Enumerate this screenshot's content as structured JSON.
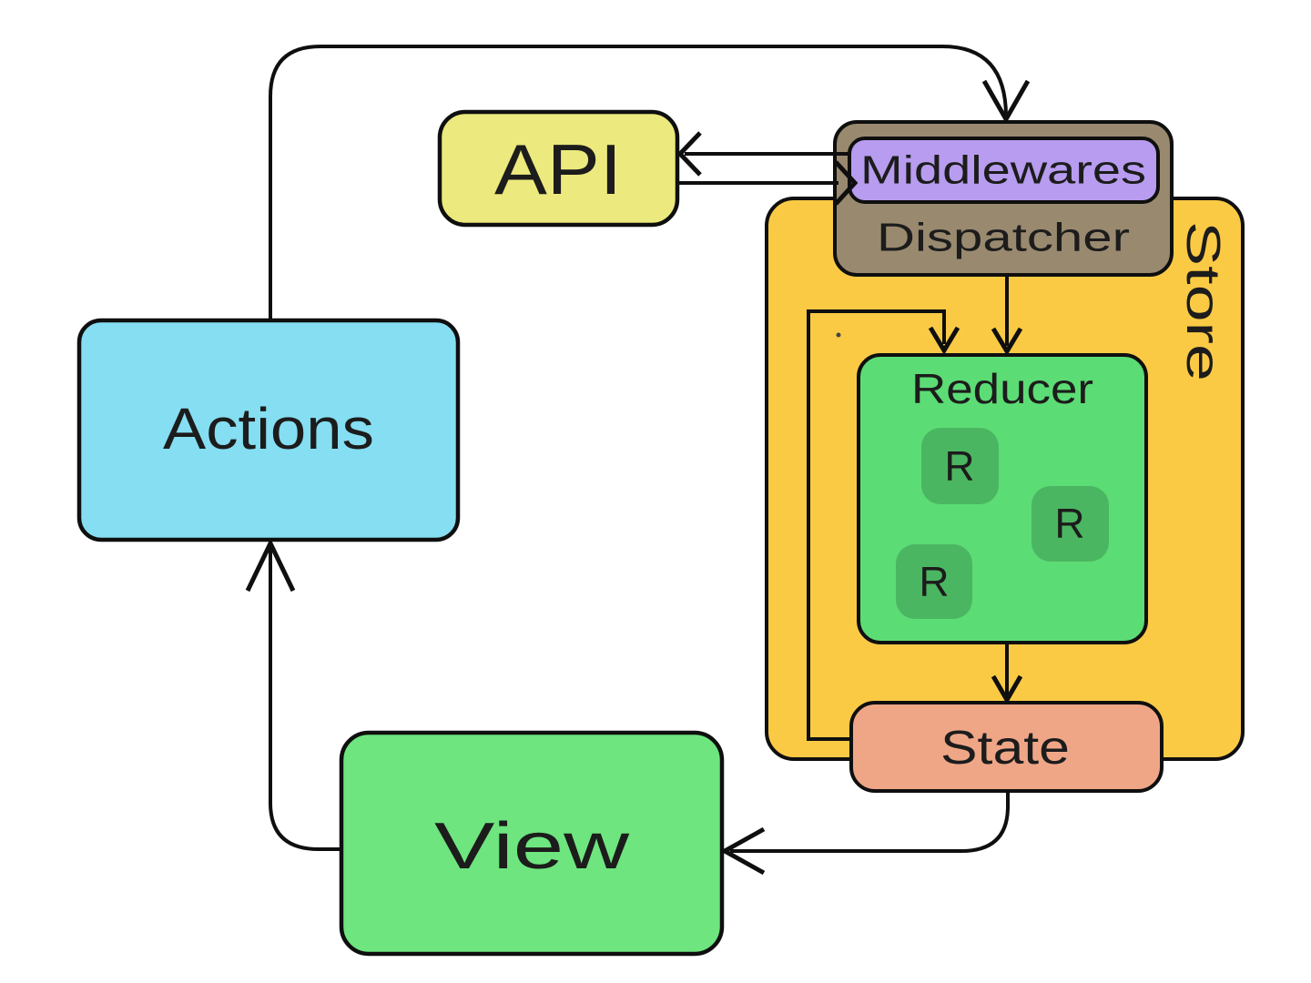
{
  "diagram_type": "redux-data-flow",
  "colors": {
    "background": "#FFFFFF",
    "stroke": "#0F0F0F",
    "text": "#1C1C1C"
  },
  "nodes": {
    "actions": {
      "label": "Actions",
      "fill": "#85DEF1"
    },
    "api": {
      "label": "API",
      "fill": "#ECE97E"
    },
    "store": {
      "label": "Store",
      "fill": "#FBCA45"
    },
    "dispatcher": {
      "label": "Dispatcher",
      "fill": "#99896F"
    },
    "middlewares": {
      "label": "Middlewares",
      "fill": "#B79CEF"
    },
    "reducer": {
      "label": "Reducer",
      "fill": "#5CDC75"
    },
    "reducer_items": [
      {
        "label": "R"
      },
      {
        "label": "R"
      },
      {
        "label": "R"
      }
    ],
    "r_fill": "#4BB661",
    "state": {
      "label": "State",
      "fill": "#EFA687"
    },
    "view": {
      "label": "View",
      "fill": "#6EE57E"
    }
  },
  "edges": [
    {
      "from": "actions",
      "to": "dispatcher"
    },
    {
      "from": "middlewares",
      "to": "api"
    },
    {
      "from": "api",
      "to": "middlewares"
    },
    {
      "from": "dispatcher",
      "to": "reducer"
    },
    {
      "from": "state",
      "to": "reducer"
    },
    {
      "from": "reducer",
      "to": "state"
    },
    {
      "from": "state",
      "to": "view"
    },
    {
      "from": "view",
      "to": "actions"
    }
  ]
}
